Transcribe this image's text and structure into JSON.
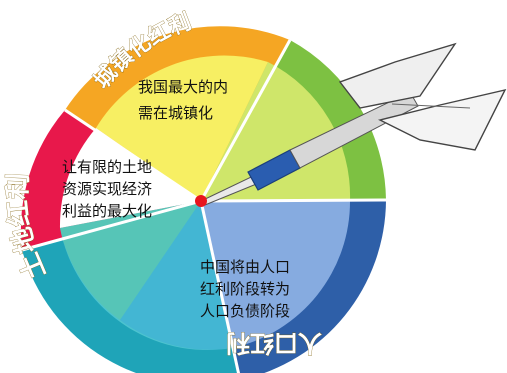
{
  "wheel": {
    "bands": {
      "urbanization": "城镇化红利",
      "land": "土地红利",
      "population": "人口红利"
    },
    "sections": {
      "urbanization": {
        "line1": "我国最大的内",
        "line2": "需在城镇化"
      },
      "land": {
        "line1": "让有限的土地",
        "line2": "资源实现经济",
        "line3": "利益的最大化"
      },
      "population": {
        "line1": "中国将由人口",
        "line2": "红利阶段转为",
        "line3": "人口负债阶段"
      }
    },
    "colors": {
      "yellow": "#f7ef63",
      "orange": "#f5a623",
      "green": "#8cc63f",
      "light_green": "#d6ea74",
      "red": "#e8184b",
      "blue": "#2e6fb8",
      "light_blue": "#7ea6dc",
      "cyan": "#2db3c8",
      "white": "#ffffff",
      "dart_blue": "#2a5db0",
      "center_dot": "#e8151e"
    },
    "icons": [
      "dart-icon",
      "center-dot-icon"
    ]
  }
}
